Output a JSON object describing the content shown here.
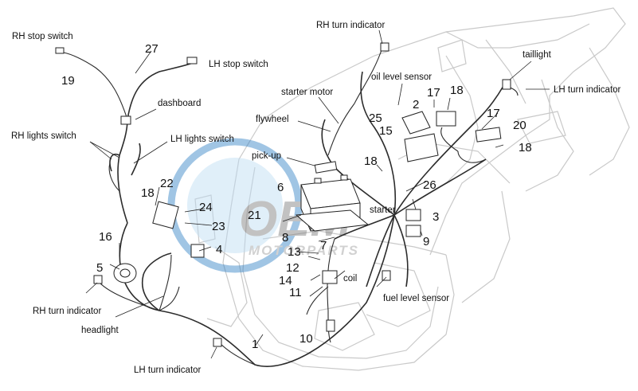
{
  "diagram": {
    "callouts": {
      "n1": "1",
      "n2": "2",
      "n3": "3",
      "n4": "4",
      "n5": "5",
      "n6": "6",
      "n7": "7",
      "n8": "8",
      "n9": "9",
      "n10": "10",
      "n11": "11",
      "n12": "12",
      "n13": "13",
      "n14": "14",
      "n15": "15",
      "n16": "16",
      "n17a": "17",
      "n17b": "17",
      "n18a": "18",
      "n18b": "18",
      "n18c": "18",
      "n18d": "18",
      "n19": "19",
      "n20": "20",
      "n21": "21",
      "n22": "22",
      "n23": "23",
      "n24": "24",
      "n25": "25",
      "n26": "26",
      "n27": "27"
    },
    "labels": {
      "rh_stop_switch": "RH stop switch",
      "lh_stop_switch": "LH stop switch",
      "dashboard": "dashboard",
      "rh_lights_switch": "RH lights switch",
      "lh_lights_switch": "LH lights switch",
      "rh_turn_indicator_top": "RH turn indicator",
      "starter_motor": "starter motor",
      "oil_level_sensor": "oil level sensor",
      "flywheel": "flywheel",
      "pick_up": "pick-up",
      "taillight": "taillight",
      "lh_turn_indicator_right": "LH turn indicator",
      "starter": "starter",
      "coil": "coil",
      "fuel_level_sensor": "fuel level sensor",
      "rh_turn_indicator_left": "RH turn indicator",
      "headlight": "headlight",
      "lh_turn_indicator_bottom": "LH turn indicator"
    },
    "watermark": {
      "logo": "OEM",
      "tagline": "MOTORPARTS"
    },
    "colors": {
      "ink": "#111111",
      "frame": "#c9c9c9",
      "watermark_blue": "#2f7fc4",
      "watermark_grey": "#9a9a9a"
    }
  }
}
